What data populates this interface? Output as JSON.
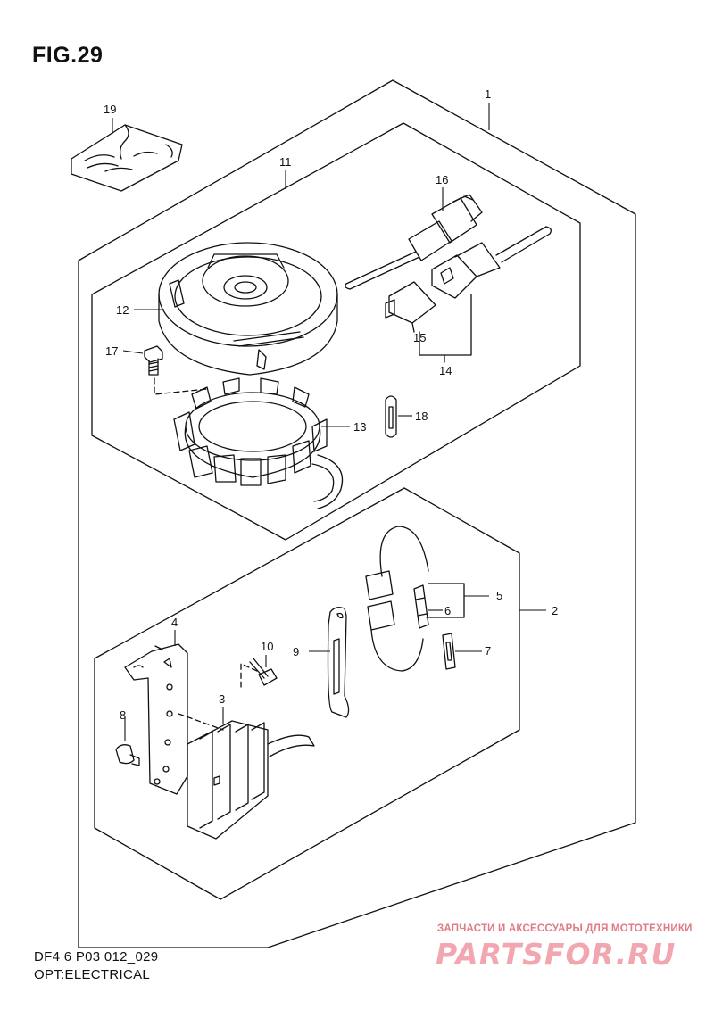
{
  "figure": {
    "title": "FIG.29",
    "code": "DF4 6 P03 012_029",
    "caption": "OPT:ELECTRICAL"
  },
  "callouts": {
    "c1": "1",
    "c2": "2",
    "c3": "3",
    "c4": "4",
    "c5": "5",
    "c6": "6",
    "c7": "7",
    "c8": "8",
    "c9": "9",
    "c10": "10",
    "c11": "11",
    "c12": "12",
    "c13": "13",
    "c14": "14",
    "c15": "15",
    "c16": "16",
    "c17": "17",
    "c18": "18",
    "c19": "19"
  },
  "watermark": {
    "tagline": "ЗАПЧАСТИ И АКСЕССУАРЫ ДЛЯ МОТОТЕХНИКИ",
    "brand": "PARTSFOR.RU",
    "color": "#f2a7b0"
  },
  "colors": {
    "line": "#111111",
    "background": "#ffffff"
  }
}
